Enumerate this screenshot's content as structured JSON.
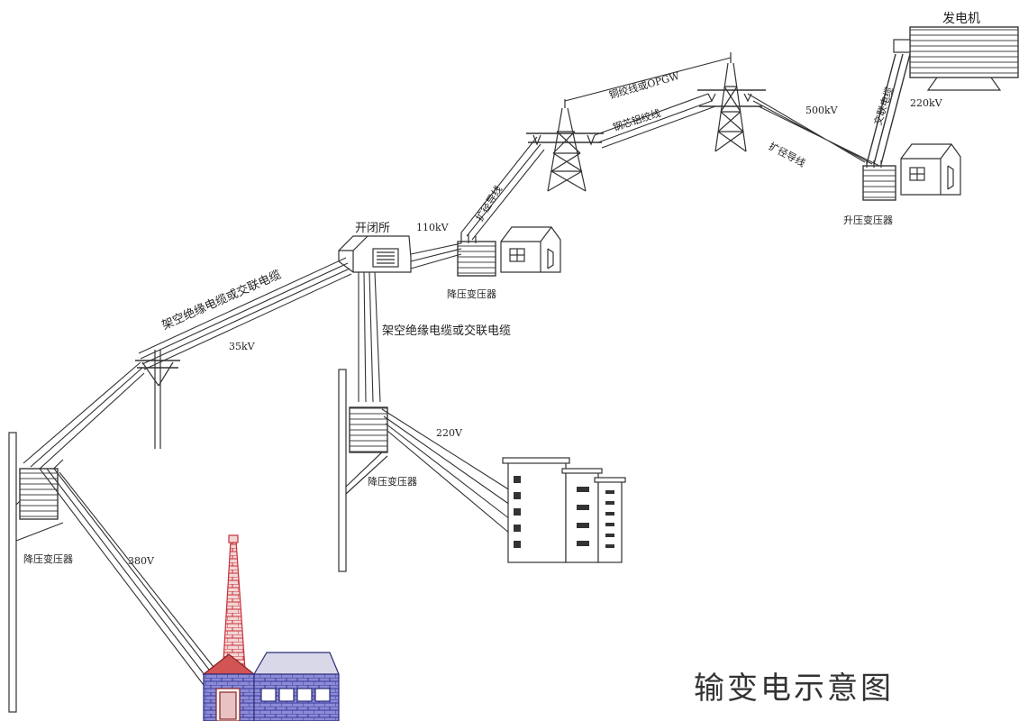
{
  "title": "输变电示意图",
  "labels": {
    "generator": "发电机",
    "xlpe_cable_top": "交联电缆",
    "v220kv": "220kV",
    "v500kv": "500kV",
    "copper_strand_opgw": "铜绞线或OPGW",
    "acsr": "钢芯铝绞线",
    "expanded_conductor_right": "扩径导线",
    "expanded_conductor_left": "扩径导线",
    "step_up_transformer": "升压变压器",
    "switching_station": "开闭所",
    "v110kv": "110kV",
    "step_down_transformer_mid": "降压变压器",
    "aerial_cable_left": "架空绝缘电缆或交联电缆",
    "aerial_cable_mid": "架空绝缘电缆或交联电缆",
    "v35kv": "35kV",
    "v220v": "220V",
    "step_down_transformer_center": "降压变压器",
    "step_down_transformer_left": "降压变压器",
    "v380v": "380V"
  },
  "colors": {
    "line": "#333333",
    "chimney": "#c8313a",
    "factory_wall": "#4a4aa8",
    "factory_roof": "#b83a3a"
  }
}
